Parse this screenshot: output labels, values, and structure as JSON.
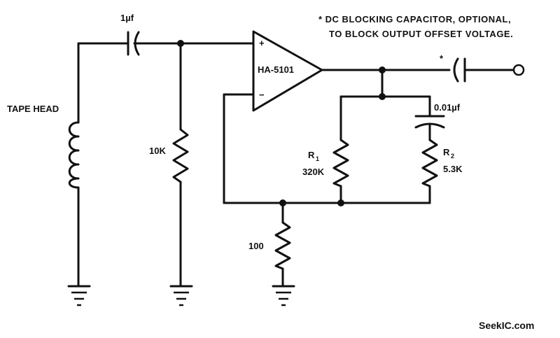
{
  "note": {
    "line1": "* DC BLOCKING CAPACITOR, OPTIONAL,",
    "line2": "TO BLOCK OUTPUT OFFSET VOLTAGE."
  },
  "components": {
    "input_cap": "1µf",
    "tape_head": "TAPE HEAD",
    "r_input": "10K",
    "opamp": "HA-5101",
    "opamp_plus": "+",
    "opamp_minus": "−",
    "r1_letter": "R",
    "r1_sub": "1",
    "r1_value": "320K",
    "r2_letter": "R",
    "r2_sub": "2",
    "r2_value": "5.3K",
    "cap_feedback": "0.01µf",
    "r_ground": "100",
    "output_cap_mark": "*"
  },
  "watermark": "SeekIC.com"
}
